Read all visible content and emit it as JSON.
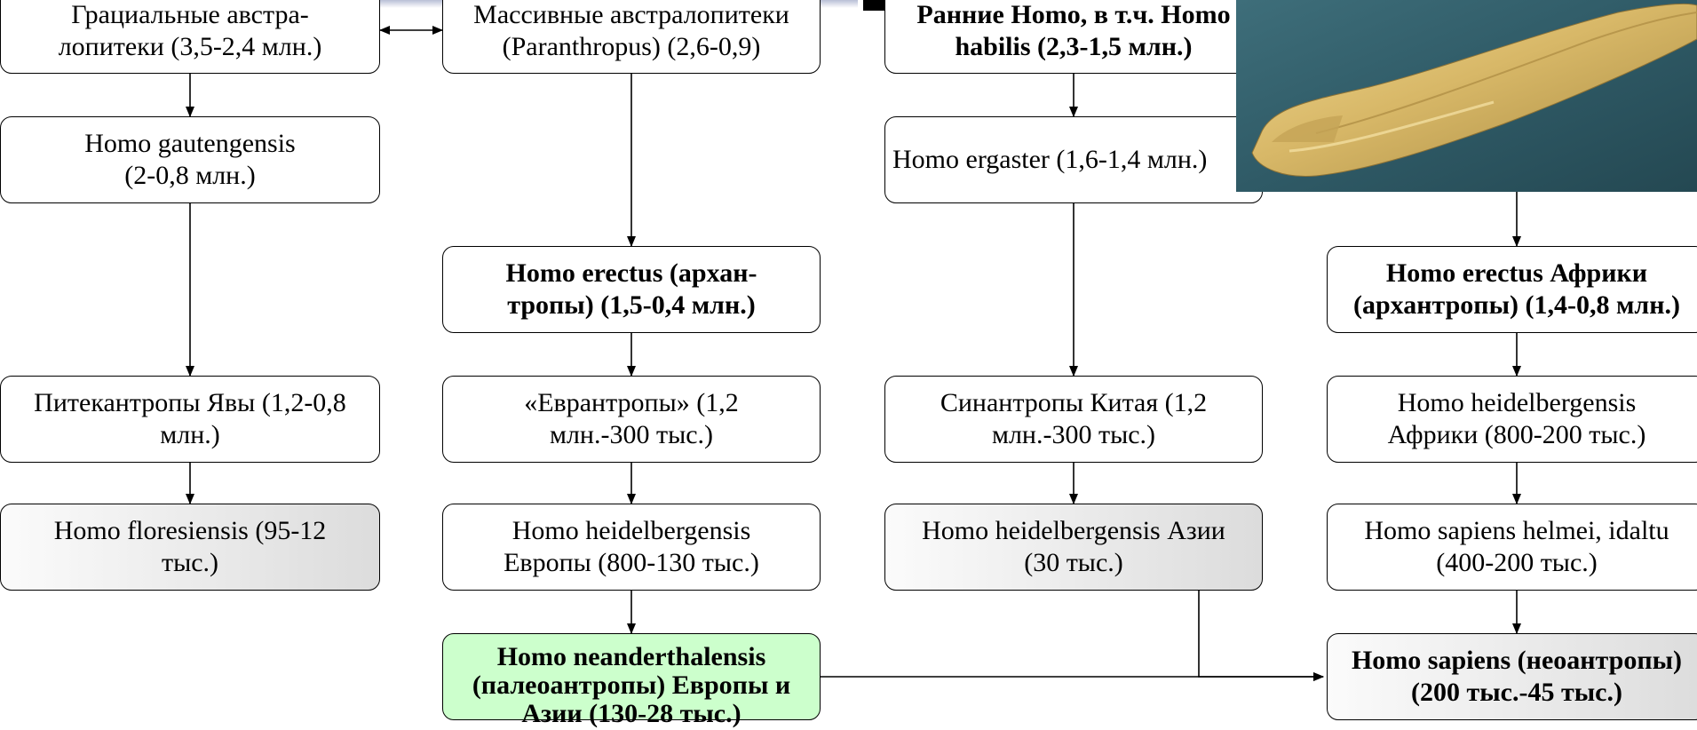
{
  "boxes": {
    "gracile": "Грациальные австра-\nлопитеки (3,5-2,4 млн.)",
    "robust": "Массивные австралопитеки\n(Paranthropus) (2,6-0,9)",
    "early_homo": "Ранние Homo, в т.ч. Homo\nhabilis (2,3-1,5 млн.)",
    "gautengensis": "Homo gautengensis\n(2-0,8 млн.)",
    "ergaster": "Homo ergaster (1,6-1,4 млн.)",
    "erectus": "Homo erectus (архан-\nтропы) (1,5-0,4 млн.)",
    "erectus_africa": "Homo erectus Африки\n(архантропы) (1,4-0,8 млн.)",
    "java": "Питекантропы Явы (1,2-0,8\nмлн.)",
    "euranthropes": "«Еврантропы» (1,2\nмлн.-300 тыс.)",
    "sinanthropes": "Синантропы Китая (1,2\nмлн.-300 тыс.)",
    "heidelberg_africa": "Homo heidelbergensis\nАфрики (800-200 тыс.)",
    "floresiensis": "Homo floresiensis (95-12\nтыс.)",
    "heidelberg_europe": "Homo heidelbergensis\nЕвропы (800-130 тыс.)",
    "heidelberg_asia": "Homo heidelbergensis Азии\n(30 тыс.)",
    "helmei": "Homo sapiens helmei, idaltu\n(400-200 тыс.)",
    "neanderthal": "Homo neanderthalensis\n(палеоантропы) Европы и\nАзии (130-28 тыс.)",
    "sapiens": "Homo sapiens (неоантропы)\n(200 тыс.-45 тыс.)"
  },
  "photo": {
    "subject": "flint-blade-tool"
  },
  "colors": {
    "box_fill": "#ffffff",
    "highlight_green": "#ccffcc",
    "gray_gradient_end": "#dcdcdc",
    "photo_background": "#2f5a66",
    "flint": "#d8b868"
  }
}
